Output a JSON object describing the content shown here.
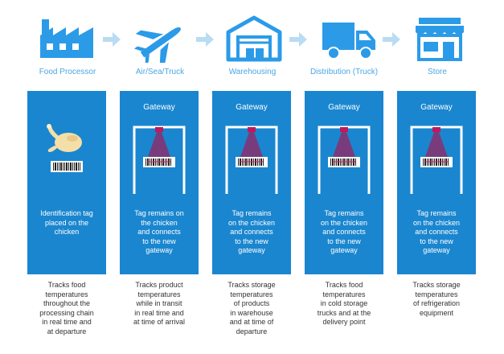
{
  "colors": {
    "accent": "#1a86cf",
    "icon_blue": "#2b9be8",
    "arrow": "#b9dcf3",
    "title_text": "#4aa7e3",
    "beam": "#c2185b",
    "chicken": "#f4dfa8"
  },
  "stages": [
    {
      "title": "Food Processor",
      "icon": "factory-icon",
      "panel_text": [
        "Identification tag",
        "placed on the",
        "chicken"
      ],
      "description": [
        "Tracks food",
        "temperatures",
        "throughout the",
        "processing chain",
        "in real time and",
        "at departure"
      ]
    },
    {
      "title": "Air/Sea/Truck",
      "icon": "airplane-icon",
      "gateway_label": "Gateway",
      "panel_text": [
        "Tag remains on",
        "the chicken",
        "and connects",
        "to the new",
        "gateway"
      ],
      "description": [
        "Tracks product",
        "temperatures",
        "while in transit",
        "in real time and",
        "at time of arrival"
      ]
    },
    {
      "title": "Warehousing",
      "icon": "warehouse-icon",
      "gateway_label": "Gateway",
      "panel_text": [
        "Tag remains",
        "on the chicken",
        "and connects",
        "to the new",
        "gateway"
      ],
      "description": [
        "Tracks storage",
        "temperatures",
        "of products",
        "in warehouse",
        "and at time of",
        "departure"
      ]
    },
    {
      "title": "Distribution (Truck)",
      "icon": "truck-icon",
      "gateway_label": "Gateway",
      "panel_text": [
        "Tag remains",
        "on the chicken",
        "and connects",
        "to the new",
        "gateway"
      ],
      "description": [
        "Tracks food",
        "temperatures",
        "in cold storage",
        "trucks and at the",
        "delivery point"
      ]
    },
    {
      "title": "Store",
      "icon": "store-icon",
      "gateway_label": "Gateway",
      "panel_text": [
        "Tag remains",
        "on the chicken",
        "and connects",
        "to the new",
        "gateway"
      ],
      "description": [
        "Tracks storage",
        "temperatures",
        "of refrigeration",
        "equipment"
      ]
    }
  ]
}
